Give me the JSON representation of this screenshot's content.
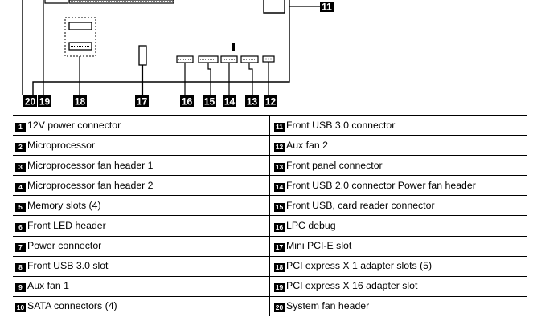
{
  "diagram": {
    "callouts": [
      "11",
      "12",
      "13",
      "14",
      "15",
      "16",
      "17",
      "18",
      "19",
      "20"
    ]
  },
  "legend": {
    "left": [
      {
        "num": "1",
        "label": "12V power connector"
      },
      {
        "num": "2",
        "label": "Microprocessor"
      },
      {
        "num": "3",
        "label": "Microprocessor fan header 1"
      },
      {
        "num": "4",
        "label": "Microprocessor fan header 2"
      },
      {
        "num": "5",
        "label": "Memory slots (4)"
      },
      {
        "num": "6",
        "label": "Front LED header"
      },
      {
        "num": "7",
        "label": "Power connector"
      },
      {
        "num": "8",
        "label": "Front USB 3.0 slot"
      },
      {
        "num": "9",
        "label": "Aux fan 1"
      },
      {
        "num": "10",
        "label": "SATA connectors (4)"
      }
    ],
    "right": [
      {
        "num": "11",
        "label": "Front USB 3.0 connector"
      },
      {
        "num": "12",
        "label": "Aux fan 2"
      },
      {
        "num": "13",
        "label": "Front panel connector"
      },
      {
        "num": "14",
        "label": "Front USB 2.0 connector Power fan header"
      },
      {
        "num": "15",
        "label": "Front USB, card reader connector"
      },
      {
        "num": "16",
        "label": "LPC debug"
      },
      {
        "num": "17",
        "label": "Mini PCI-E slot"
      },
      {
        "num": "18",
        "label": "PCI express X 1 adapter slots (5)"
      },
      {
        "num": "19",
        "label": "PCI express X 16 adapter slot"
      },
      {
        "num": "20",
        "label": "System fan header"
      }
    ]
  }
}
